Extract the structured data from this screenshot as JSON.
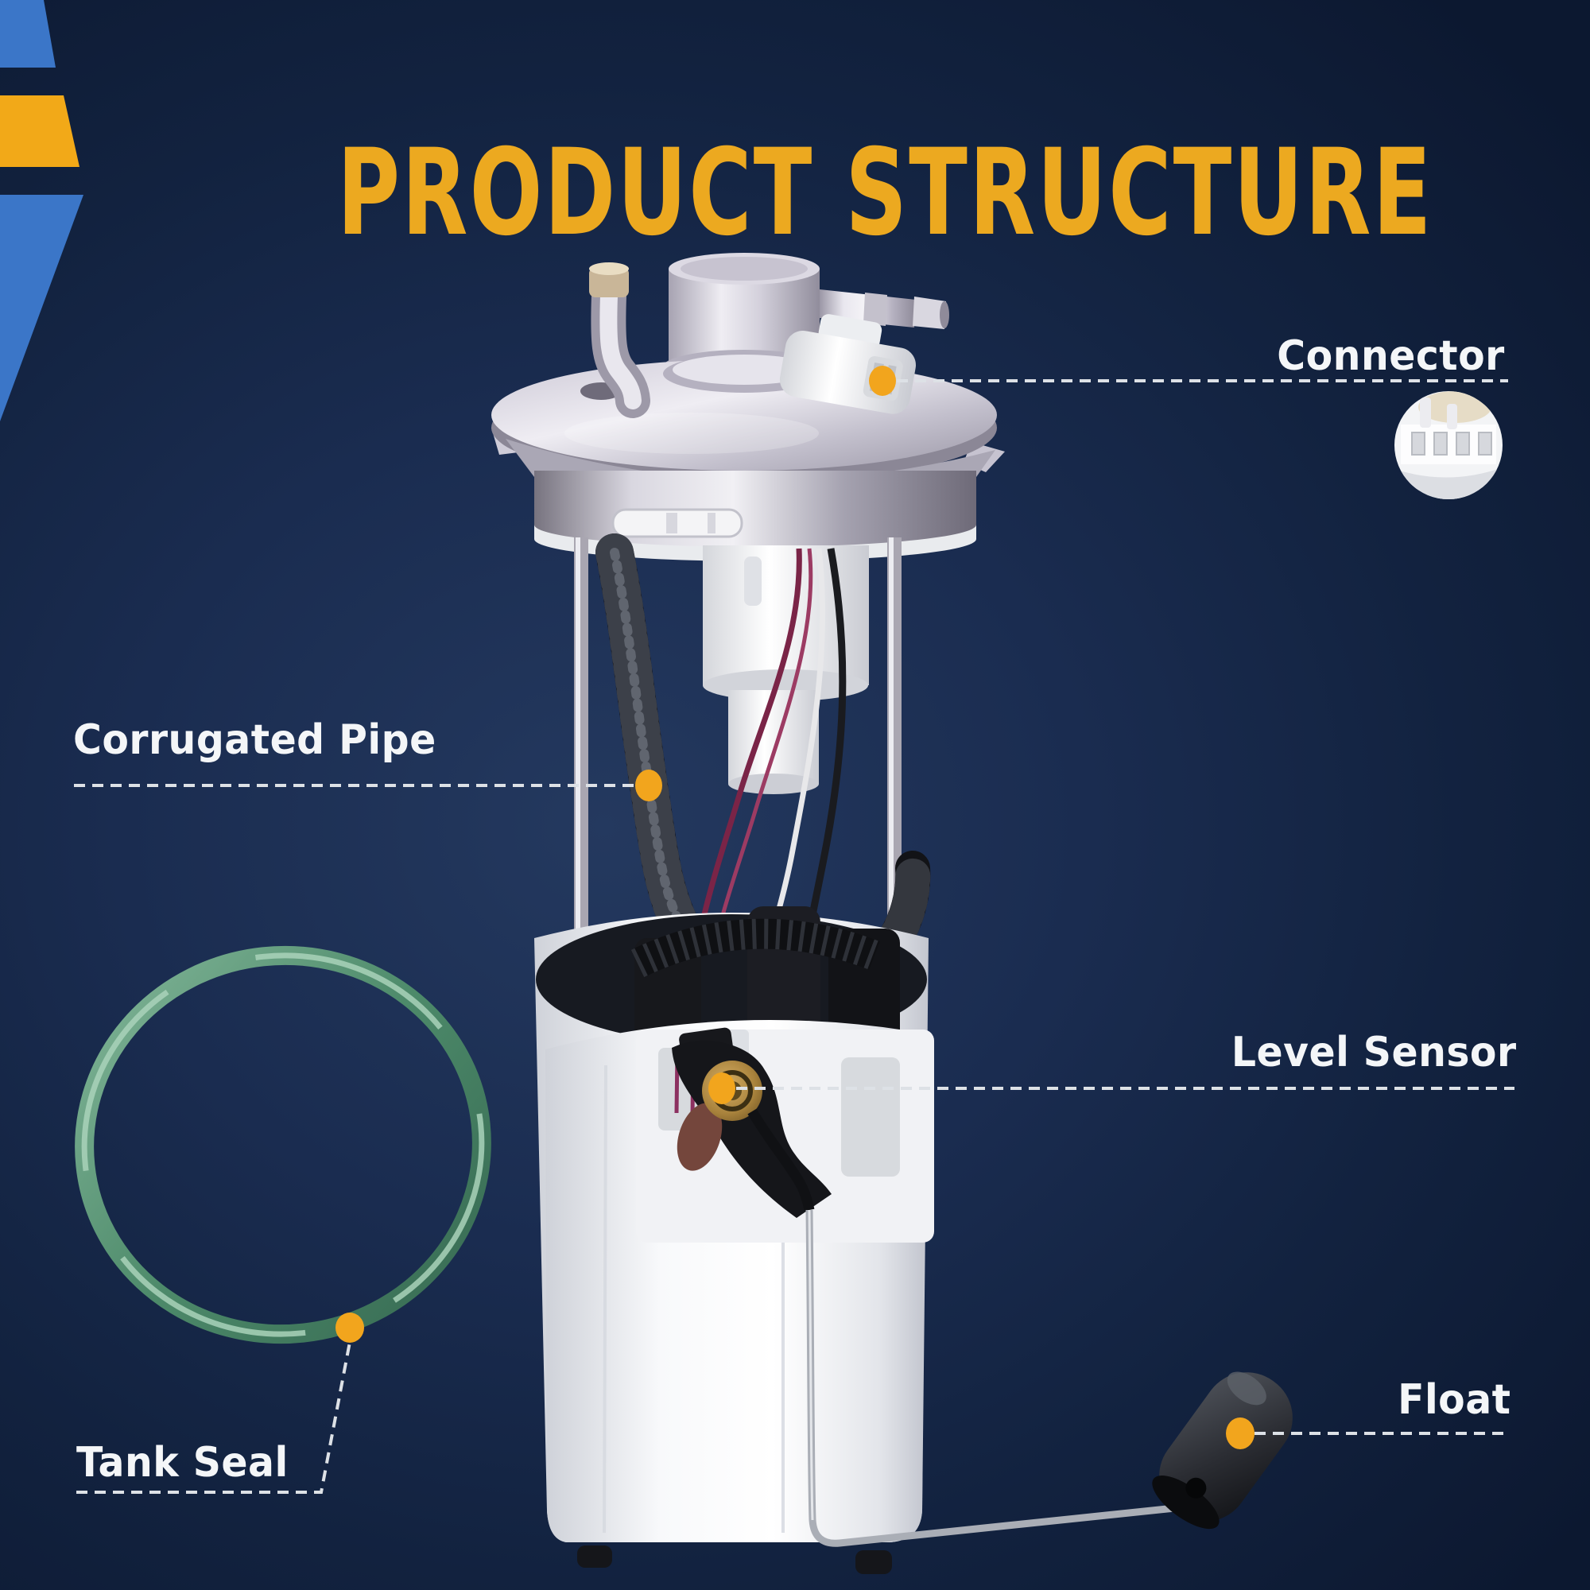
{
  "title": "PRODUCT STRUCTURE",
  "callouts": {
    "connector": "Connector",
    "corrugated_pipe": "Corrugated Pipe",
    "level_sensor": "Level Sensor",
    "tank_seal": "Tank Seal",
    "float": "Float"
  },
  "colors": {
    "background_navy": "#16294D",
    "title_yellow": "#ECA920",
    "ribbon_blue": "#3B76C8",
    "ribbon_yellow": "#F2A918",
    "callout_dot": "#F2A51D",
    "leader_line": "#DDE1E6",
    "label_text": "#F4F6F8",
    "tank_seal_green": "#4D8A6A"
  },
  "icons": {
    "callout_dot": "yellow-dot-marker",
    "leader_line": "dashed-leader-line",
    "connector_inset": "connector-closeup-circle"
  }
}
